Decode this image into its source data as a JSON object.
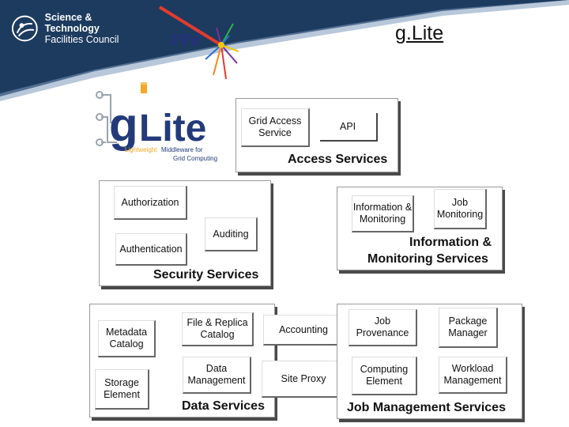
{
  "header": {
    "org_line1": "Science & Technology",
    "org_line2": "Facilities Council",
    "ppd_label": "PPd",
    "title": "g.Lite"
  },
  "glite_logo": {
    "name_g": "g",
    "name_lite": "Lite",
    "tagline_1a": "Lightweight",
    "tagline_1b": "Middleware for",
    "tagline_2": "Grid Computing",
    "colors": {
      "blue": "#233a7a",
      "orange": "#f5a623",
      "grey": "#9aa3ad"
    }
  },
  "access": {
    "label": "Access Services",
    "grid_access": "Grid Access Service",
    "api": "API"
  },
  "security": {
    "label": "Security Services",
    "authorization": "Authorization",
    "authentication": "Authentication",
    "auditing": "Auditing"
  },
  "information": {
    "label_line1": "Information &",
    "label_line2": "Monitoring Services",
    "info_monitoring": "Information & Monitoring",
    "job_monitoring": "Job Monitoring"
  },
  "data": {
    "label": "Data Services",
    "metadata_catalog": "Metadata Catalog",
    "file_replica_catalog": "File & Replica Catalog",
    "storage_element": "Storage Element",
    "data_management": "Data Management"
  },
  "middle": {
    "accounting": "Accounting",
    "site_proxy": "Site Proxy"
  },
  "job": {
    "label": "Job Management Services",
    "job_provenance": "Job Provenance",
    "package_manager": "Package Manager",
    "computing_element": "Computing Element",
    "workload_management": "Workload Management"
  },
  "colors": {
    "header_dark": "#1c3a5e",
    "header_light": "#5a7fa3"
  }
}
